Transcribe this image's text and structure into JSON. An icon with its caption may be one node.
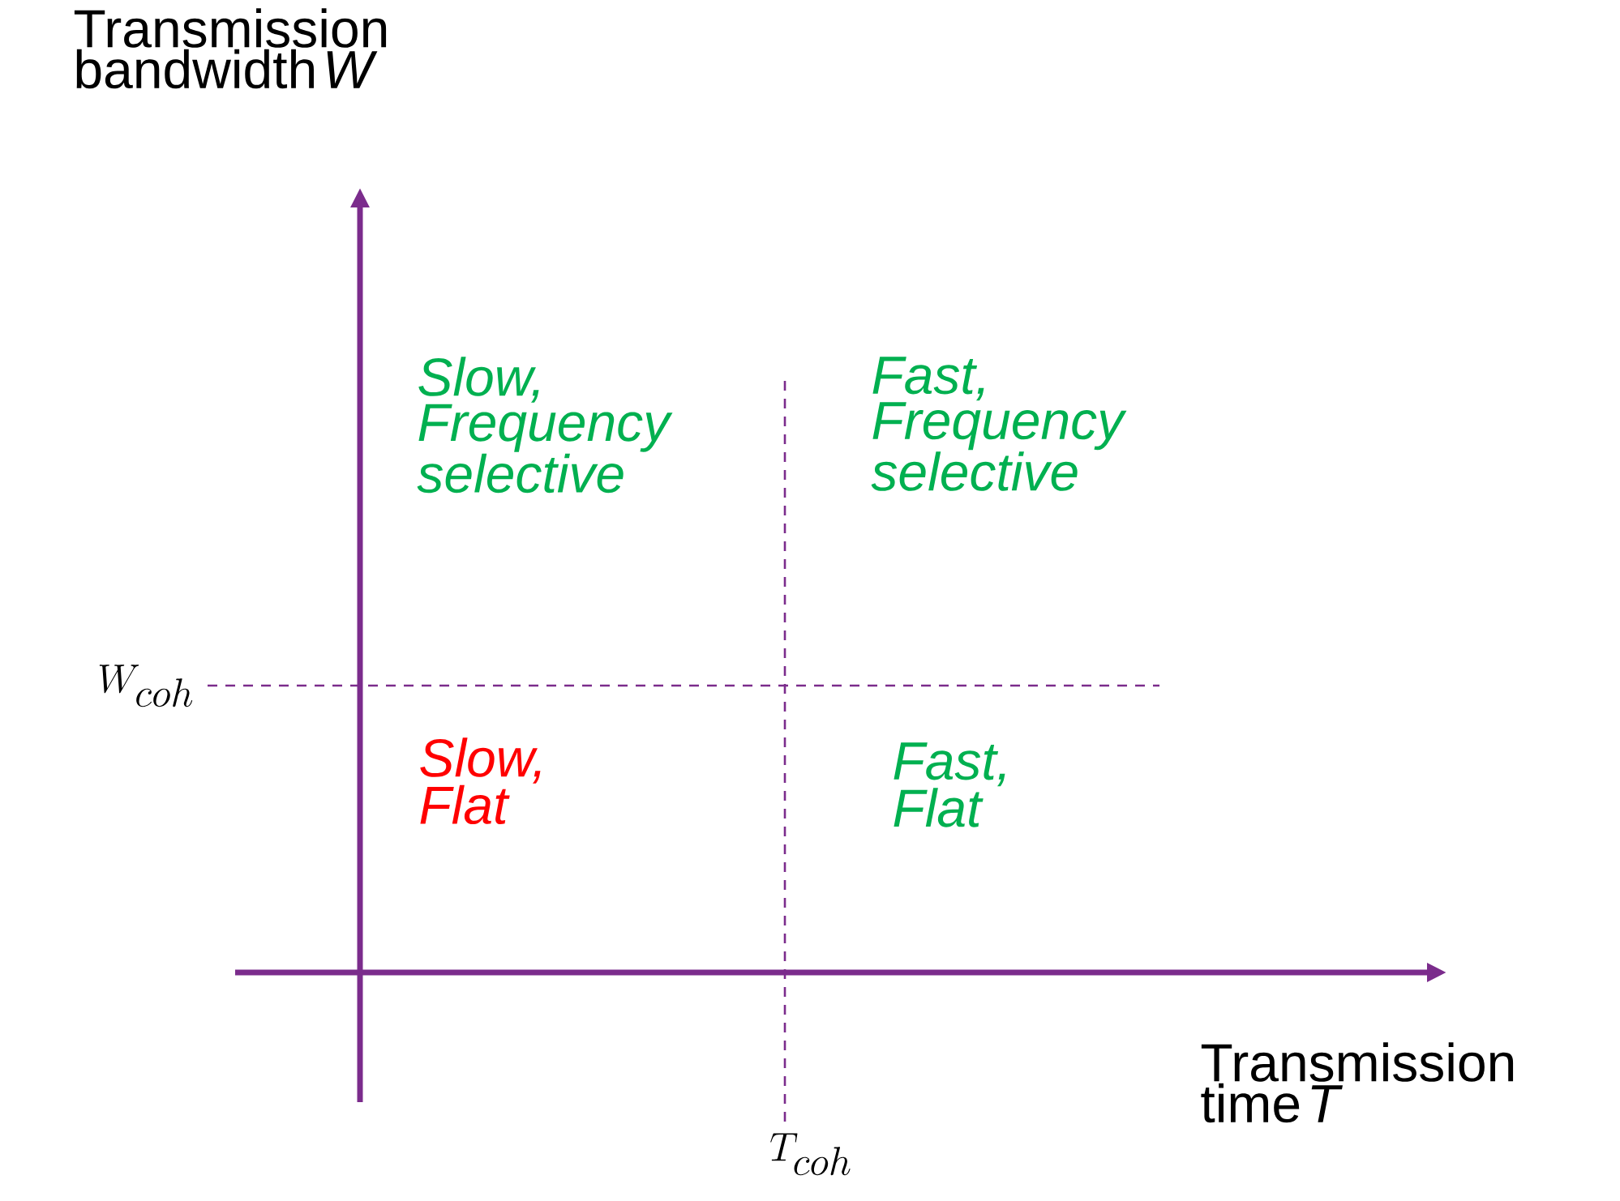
{
  "diagram": {
    "labels": [
      "Transmission bandwidth *W*",
      "Slow, Frequency selective",
      "Fast, Frequency selective",
      "W_{coh}",
      "Slow, Flat",
      "Fast, Flat",
      "Transmission time *T*",
      "T_{coh}"
    ]
  }
}
